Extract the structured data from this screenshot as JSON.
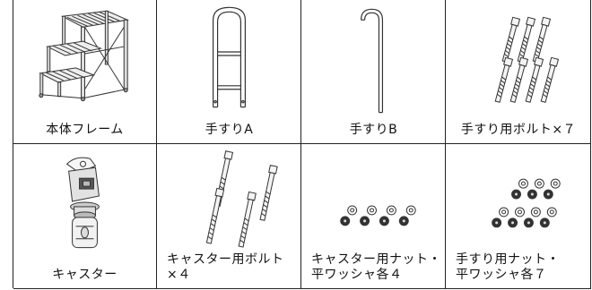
{
  "parts": [
    {
      "id": "body_frame",
      "caption": [
        "本体フレーム"
      ]
    },
    {
      "id": "handrail_a",
      "caption": [
        "手すりA"
      ]
    },
    {
      "id": "handrail_b",
      "caption": [
        "手すりB"
      ]
    },
    {
      "id": "handrail_bolt",
      "caption": [
        "手すり用ボルト×７"
      ]
    },
    {
      "id": "caster",
      "caption": [
        "キャスター"
      ]
    },
    {
      "id": "caster_bolt",
      "caption": [
        "キャスター用ボルト",
        "×４"
      ]
    },
    {
      "id": "caster_nut_washer",
      "caption": [
        "キャスター用ナット・",
        "平ワッシャ各４"
      ]
    },
    {
      "id": "handrail_nut_washer",
      "caption": [
        "手すり用ナット・",
        "平ワッシャ各７"
      ]
    }
  ]
}
